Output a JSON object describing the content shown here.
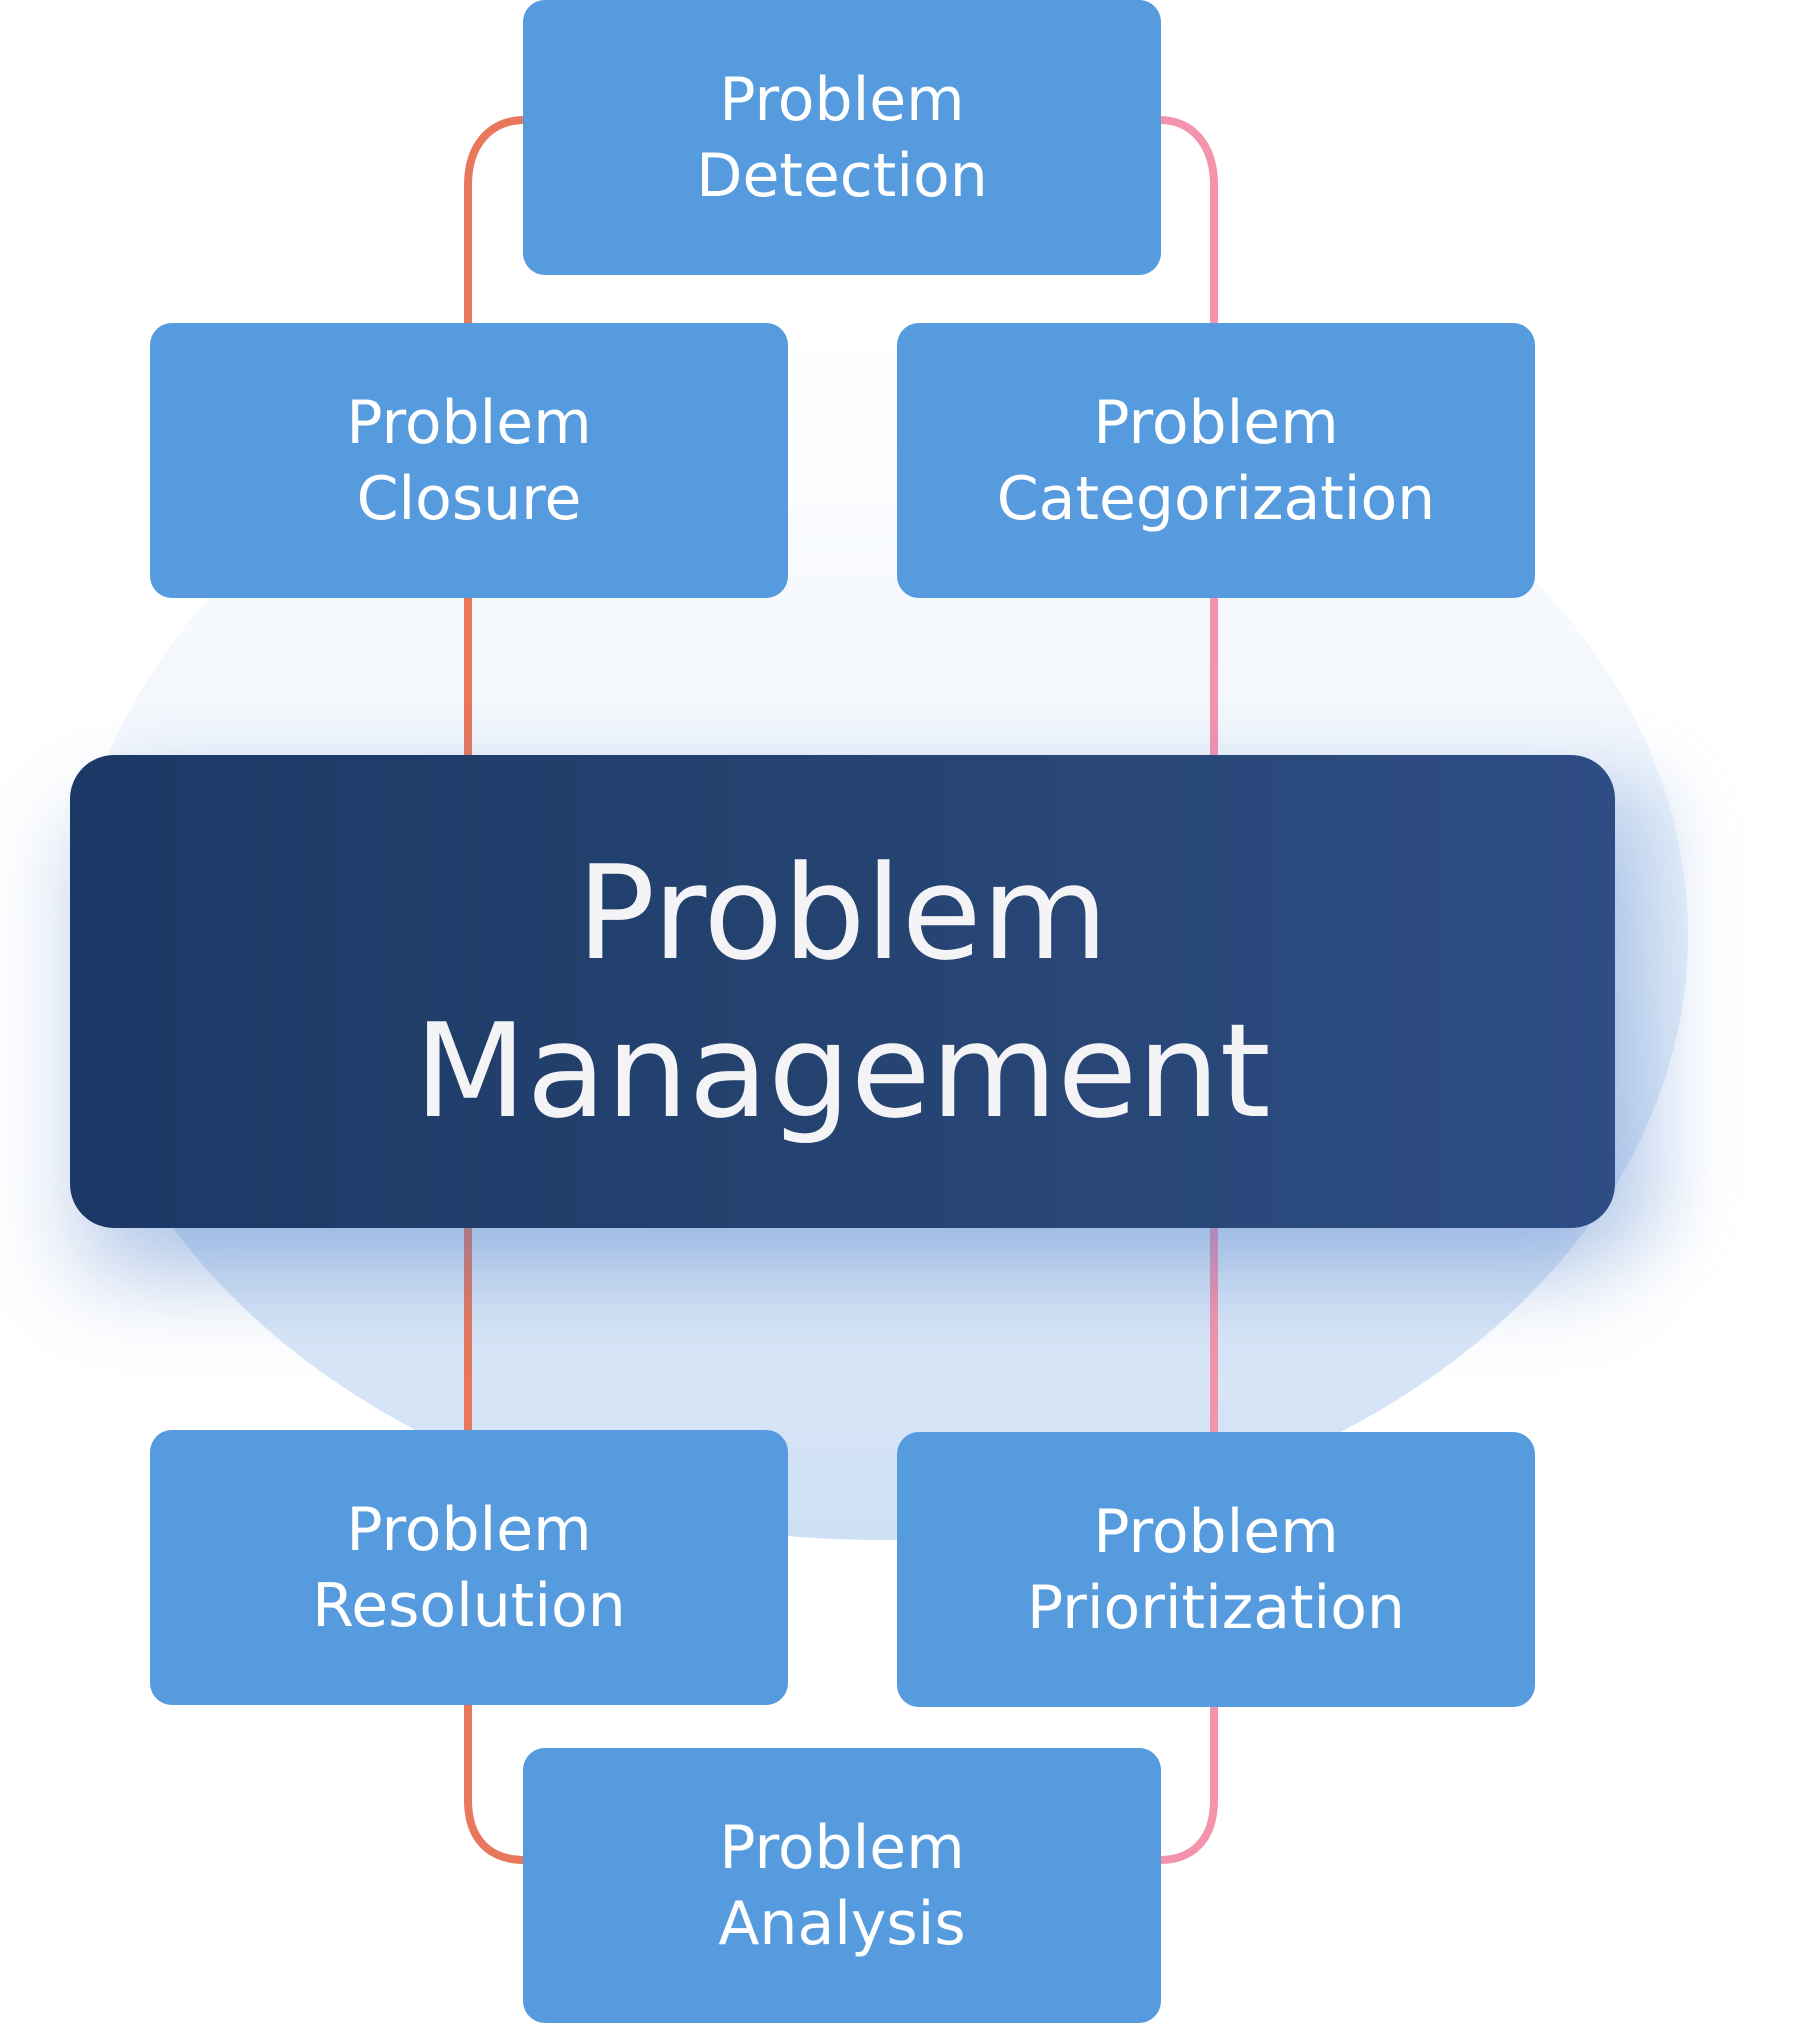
{
  "diagram": {
    "center": {
      "label": "Problem\nManagement"
    },
    "steps": {
      "detection": "Problem\nDetection",
      "categorization": "Problem\nCategorization",
      "prioritization": "Problem\nPrioritization",
      "analysis": "Problem\nAnalysis",
      "resolution": "Problem\nResolution",
      "closure": "Problem\nClosure"
    },
    "colors": {
      "node_fill": "#579bdf",
      "center_fill": "#1f3a68",
      "left_connector": "#e8775c",
      "right_connector": "#f394ac",
      "background_blob": "#dfe9f7",
      "text": "#ffffff"
    }
  }
}
